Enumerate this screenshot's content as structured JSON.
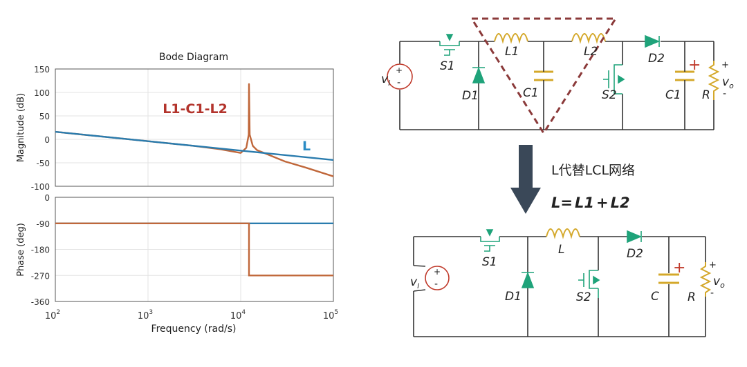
{
  "colors": {
    "series_lcl": "#c0673a",
    "series_l": "#2a7cae",
    "annot_lcl": "#b3342c",
    "annot_l": "#2a8bc4",
    "wire": "#333333",
    "switch": "#1fa37a",
    "inductor": "#d4a82a",
    "capacitor": "#d4a82a",
    "source": "#c03a2b",
    "dashed_triangle": "#8b3a3a",
    "arrow": "#3a4858",
    "plus_mark": "#c03a2b"
  },
  "bode": {
    "title": "Bode Diagram",
    "xlabel": "Frequency  (rad/s)",
    "mag_ylabel": "Magnitude (dB)",
    "phase_ylabel": "Phase (deg)",
    "mag_ticks": [
      "150",
      "100",
      "50",
      "0",
      "-50",
      "-100"
    ],
    "phase_ticks": [
      "0",
      "-90",
      "-180",
      "-270",
      "-360"
    ],
    "x_tick_base": "10",
    "x_tick_exps": [
      "2",
      "3",
      "4",
      "5"
    ],
    "annot_lcl": "L1-C1-L2",
    "annot_l": "L"
  },
  "chart_data": [
    {
      "type": "line",
      "title": "Bode Diagram",
      "panel": "magnitude",
      "xlabel": "Frequency  (rad/s)",
      "ylabel": "Magnitude (dB)",
      "xscale": "log",
      "xlim": [
        100,
        100000
      ],
      "ylim": [
        -100,
        150
      ],
      "grid": true,
      "series": [
        {
          "name": "L1-C1-L2",
          "x": [
            100,
            300,
            1000,
            3000,
            6000,
            10000,
            11500,
            12200,
            12300,
            12500,
            13500,
            15000,
            20000,
            30000,
            50000,
            100000
          ],
          "y": [
            16,
            6.5,
            -4,
            -13.5,
            -21,
            -29,
            -18,
            10,
            118,
            10,
            -14,
            -23,
            -33,
            -47,
            -60,
            -79
          ]
        },
        {
          "name": "L",
          "x": [
            100,
            1000,
            10000,
            100000
          ],
          "y": [
            16,
            -4,
            -24,
            -44
          ]
        }
      ]
    },
    {
      "type": "line",
      "panel": "phase",
      "xlabel": "Frequency  (rad/s)",
      "ylabel": "Phase (deg)",
      "xscale": "log",
      "xlim": [
        100,
        100000
      ],
      "ylim": [
        -360,
        0
      ],
      "grid": true,
      "series": [
        {
          "name": "L1-C1-L2",
          "x": [
            100,
            12300,
            12300,
            100000
          ],
          "y": [
            -90,
            -90,
            -270,
            -270
          ]
        },
        {
          "name": "L",
          "x": [
            100,
            100000
          ],
          "y": [
            -90,
            -90
          ]
        }
      ]
    }
  ],
  "circuit_top": {
    "vin": "v",
    "vin_sub": "i",
    "s1": "S1",
    "d1": "D1",
    "l1": "L1",
    "c1_mid": "C1",
    "l2": "L2",
    "s2": "S2",
    "d2": "D2",
    "c1_out": "C1",
    "r": "R",
    "vo": "v",
    "vo_sub": "o",
    "plus": "+",
    "minus": "-"
  },
  "circuit_bottom": {
    "vin": "v",
    "vin_sub": "i",
    "s1": "S1",
    "d1": "D1",
    "l": "L",
    "s2": "S2",
    "d2": "D2",
    "c": "C",
    "r": "R",
    "vo": "v",
    "vo_sub": "o",
    "plus": "+",
    "minus": "-"
  },
  "arrow_caption": "L代替LCL网络",
  "formula": {
    "lhs": "L",
    "eq": "=",
    "t1": "L1",
    "plus": "+",
    "t2": "L2"
  }
}
